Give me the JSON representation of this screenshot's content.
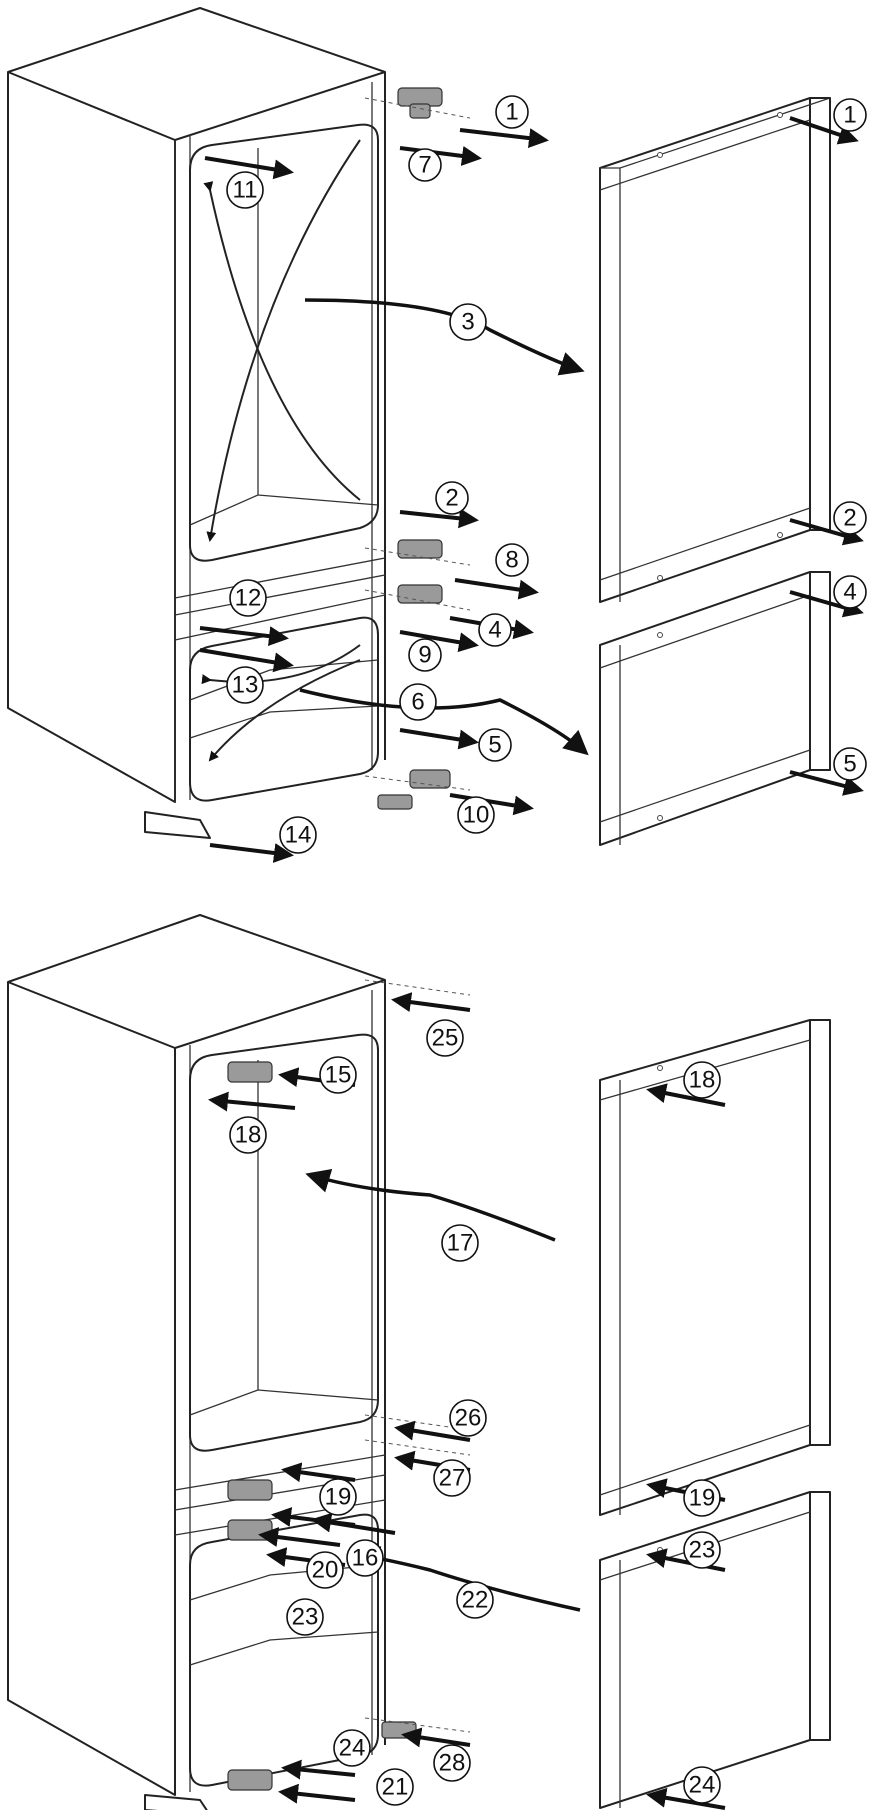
{
  "figure_top": {
    "callouts": [
      {
        "id": "c1a",
        "text": "1"
      },
      {
        "id": "c1b",
        "text": "1"
      },
      {
        "id": "c2a",
        "text": "2"
      },
      {
        "id": "c2b",
        "text": "2"
      },
      {
        "id": "c3",
        "text": "3"
      },
      {
        "id": "c4a",
        "text": "4"
      },
      {
        "id": "c4b",
        "text": "4"
      },
      {
        "id": "c5a",
        "text": "5"
      },
      {
        "id": "c5b",
        "text": "5"
      },
      {
        "id": "c6",
        "text": "6"
      },
      {
        "id": "c7",
        "text": "7"
      },
      {
        "id": "c8",
        "text": "8"
      },
      {
        "id": "c9",
        "text": "9"
      },
      {
        "id": "c10",
        "text": "10"
      },
      {
        "id": "c11",
        "text": "11"
      },
      {
        "id": "c12",
        "text": "12"
      },
      {
        "id": "c13",
        "text": "13"
      },
      {
        "id": "c14",
        "text": "14"
      }
    ]
  },
  "figure_bottom": {
    "callouts": [
      {
        "id": "c15",
        "text": "15"
      },
      {
        "id": "c16",
        "text": "16"
      },
      {
        "id": "c17",
        "text": "17"
      },
      {
        "id": "c18a",
        "text": "18"
      },
      {
        "id": "c18b",
        "text": "18"
      },
      {
        "id": "c19a",
        "text": "19"
      },
      {
        "id": "c19b",
        "text": "19"
      },
      {
        "id": "c20",
        "text": "20"
      },
      {
        "id": "c21",
        "text": "21"
      },
      {
        "id": "c22",
        "text": "22"
      },
      {
        "id": "c23a",
        "text": "23"
      },
      {
        "id": "c23b",
        "text": "23"
      },
      {
        "id": "c24a",
        "text": "24"
      },
      {
        "id": "c24b",
        "text": "24"
      },
      {
        "id": "c25",
        "text": "25"
      },
      {
        "id": "c26",
        "text": "26"
      },
      {
        "id": "c27",
        "text": "27"
      },
      {
        "id": "c28",
        "text": "28"
      }
    ]
  }
}
